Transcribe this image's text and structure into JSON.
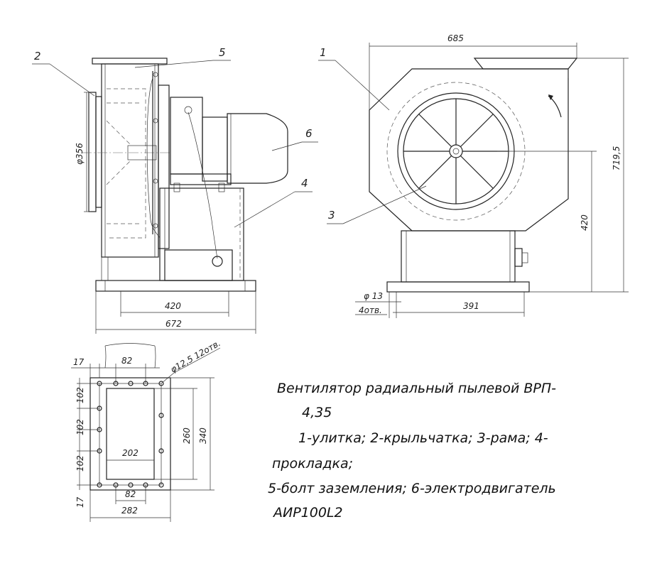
{
  "diagram": {
    "dimensions": {
      "d_356": "φ356",
      "w_420_side": "420",
      "w_672": "672",
      "w_685": "685",
      "h_719_5": "719,5",
      "h_420": "420",
      "d_13": "φ 13",
      "holes_4": "4отв.",
      "w_391": "391",
      "f_17_top": "17",
      "f_82_top": "82",
      "f_hole": "φ12,5  12отв.",
      "f_102_a": "102",
      "f_102_b": "102",
      "f_102_c": "102",
      "f_17_bottom": "17",
      "f_202": "202",
      "f_260": "260",
      "f_340": "340",
      "f_82_bottom": "82",
      "f_282": "282"
    },
    "callouts": [
      "1",
      "2",
      "3",
      "4",
      "5",
      "6"
    ]
  },
  "caption": {
    "line1": "Вентилятор радиальный пылевой ВРП-",
    "line2": "4,35",
    "line3": "1-улитка; 2-крыльчатка; 3-рама; 4-",
    "line4": "прокладка;",
    "line5": "5-болт заземления; 6-электродвигатель",
    "line6": "АИР100L2"
  }
}
